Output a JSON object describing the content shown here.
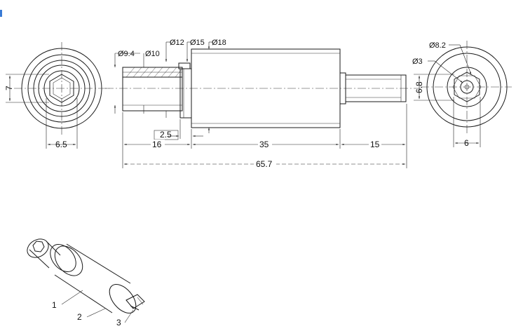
{
  "dimensions": {
    "left_view_height": "7",
    "left_view_width": "6.5",
    "dia_9_4": "Ø9.4",
    "dia_10": "Ø10",
    "dia_12": "Ø12",
    "dia_15": "Ø15",
    "dia_18": "Ø18",
    "len_2_5": "2.5",
    "len_16": "16",
    "len_35": "35",
    "len_15": "15",
    "overall_length": "65.7",
    "right_view_dia_8_2": "Ø8.2",
    "right_view_dia_3": "Ø3",
    "right_view_height": "6.8",
    "right_view_width": "6"
  },
  "part_labels": {
    "label_1": "1",
    "label_2": "2",
    "label_3": "3"
  }
}
